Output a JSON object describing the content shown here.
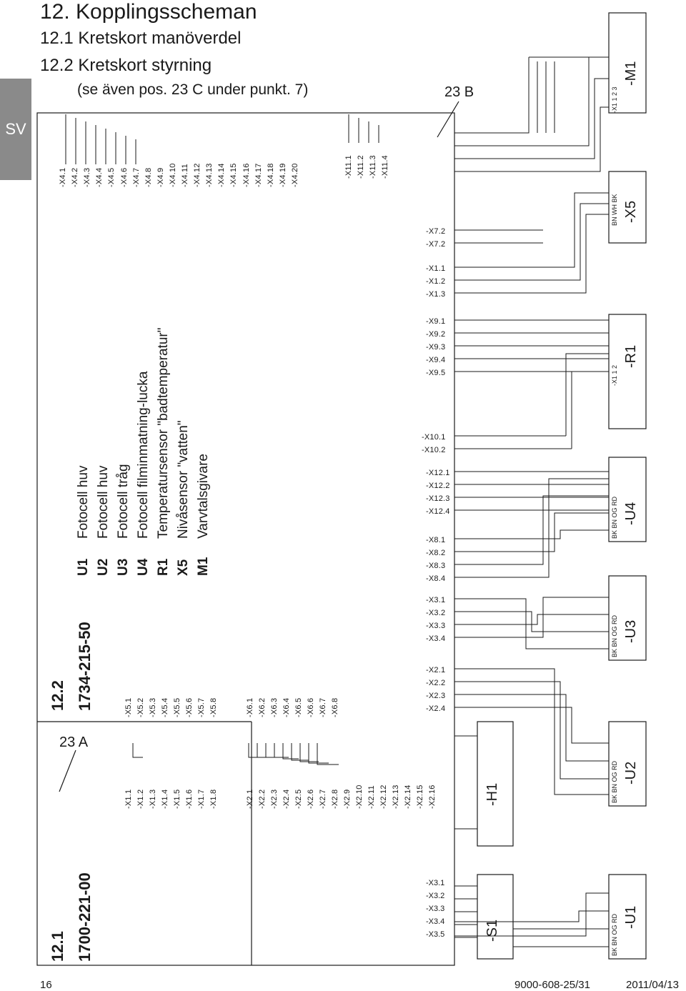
{
  "side_tab": "SV",
  "headings": {
    "main": "12. Kopplingsscheman",
    "sub1": "12.1 Kretskort manöverdel",
    "sub2": "12.2 Kretskort styrning",
    "note": "(se även pos. 23 C under punkt. 7)"
  },
  "callouts": {
    "a": "23 A",
    "b": "23 B"
  },
  "board1": {
    "section": "12.1",
    "part": "1700-221-00"
  },
  "board2": {
    "section": "12.2",
    "part": "1734-215-50"
  },
  "legend": [
    {
      "code": "U1",
      "text": "Fotocell huv"
    },
    {
      "code": "U2",
      "text": "Fotocell huv"
    },
    {
      "code": "U3",
      "text": "Fotocell tråg"
    },
    {
      "code": "U4",
      "text": "Fotocell filminmatning-lucka"
    },
    {
      "code": "R1",
      "text": "Temperatursensor \"badtemperatur\""
    },
    {
      "code": "X5",
      "text": "Nivåsensor \"vatten\""
    },
    {
      "code": "M1",
      "text": "Varvtalsgivare"
    }
  ],
  "pins": {
    "x1": [
      "-X1.1",
      "-X1.2",
      "-X1.3",
      "-X1.4",
      "-X1.5",
      "-X1.6",
      "-X1.7",
      "-X1.8"
    ],
    "x2": [
      "-X2.1",
      "-X2.2",
      "-X2.3",
      "-X2.4",
      "-X2.5",
      "-X2.6",
      "-X2.7",
      "-X2.8",
      "-X2.9",
      "-X2.10",
      "-X2.11",
      "-X2.12",
      "-X2.13",
      "-X2.14",
      "-X2.15",
      "-X2.16"
    ],
    "x5": [
      "-X5.1",
      "-X5.2",
      "-X5.3",
      "-X5.4",
      "-X5.5",
      "-X5.6",
      "-X5.7",
      "-X5.8"
    ],
    "x6": [
      "-X6.1",
      "-X6.2",
      "-X6.3",
      "-X6.4",
      "-X6.5",
      "-X6.6",
      "-X6.7",
      "-X6.8"
    ],
    "x4": [
      "-X4.1",
      "-X4.2",
      "-X4.3",
      "-X4.4",
      "-X4.5",
      "-X4.6",
      "-X4.7",
      "-X4.8",
      "-X4.9",
      "-X4.10",
      "-X4.11",
      "-X4.12",
      "-X4.13",
      "-X4.14",
      "-X4.15",
      "-X4.16",
      "-X4.17",
      "-X4.18",
      "-X4.19",
      "-X4.20"
    ],
    "x11": [
      "-X11.1",
      "-X11.2",
      "-X11.3",
      "-X11.4"
    ],
    "x3_board1": [
      "-X3.1",
      "-X3.2",
      "-X3.3",
      "-X3.4",
      "-X3.5"
    ],
    "x2_board2": [
      "-X2.1",
      "-X2.2",
      "-X2.3",
      "-X2.4"
    ],
    "x3_board2": [
      "-X3.1",
      "-X3.2",
      "-X3.3",
      "-X3.4"
    ],
    "x8": [
      "-X8.1",
      "-X8.2",
      "-X8.3",
      "-X8.4"
    ],
    "x12": [
      "-X12.1",
      "-X12.2",
      "-X12.3",
      "-X12.4"
    ],
    "x10": [
      "-X10.1",
      "-X10.2"
    ],
    "x9": [
      "-X9.1",
      "-X9.2",
      "-X9.3",
      "-X9.4",
      "-X9.5"
    ],
    "x1_board2": [
      "-X1.1",
      "-X1.2",
      "-X1.3"
    ],
    "x7": [
      "-X7.2",
      "-X7.2"
    ]
  },
  "components": {
    "S1": "-S1",
    "H1": "-H1",
    "U1": {
      "name": "-U1",
      "wires": "BK  BN  OG RD"
    },
    "U2": {
      "name": "-U2",
      "wires": "BK  BN  OG RD"
    },
    "U3": {
      "name": "-U3",
      "wires": "BK  BN  OG RD"
    },
    "U4": {
      "name": "-U4",
      "wires": "BK  BN  OG RD"
    },
    "R1": {
      "name": "-R1",
      "wires": "-X1      1   2"
    },
    "X5": {
      "name": "-X5",
      "wires": "BN  WH BK"
    },
    "M1": {
      "name": "-M1",
      "wires": "-X1       1   2   3"
    }
  },
  "footer": {
    "page": "16",
    "doc": "9000-608-25/31",
    "date": "2011/04/13"
  }
}
